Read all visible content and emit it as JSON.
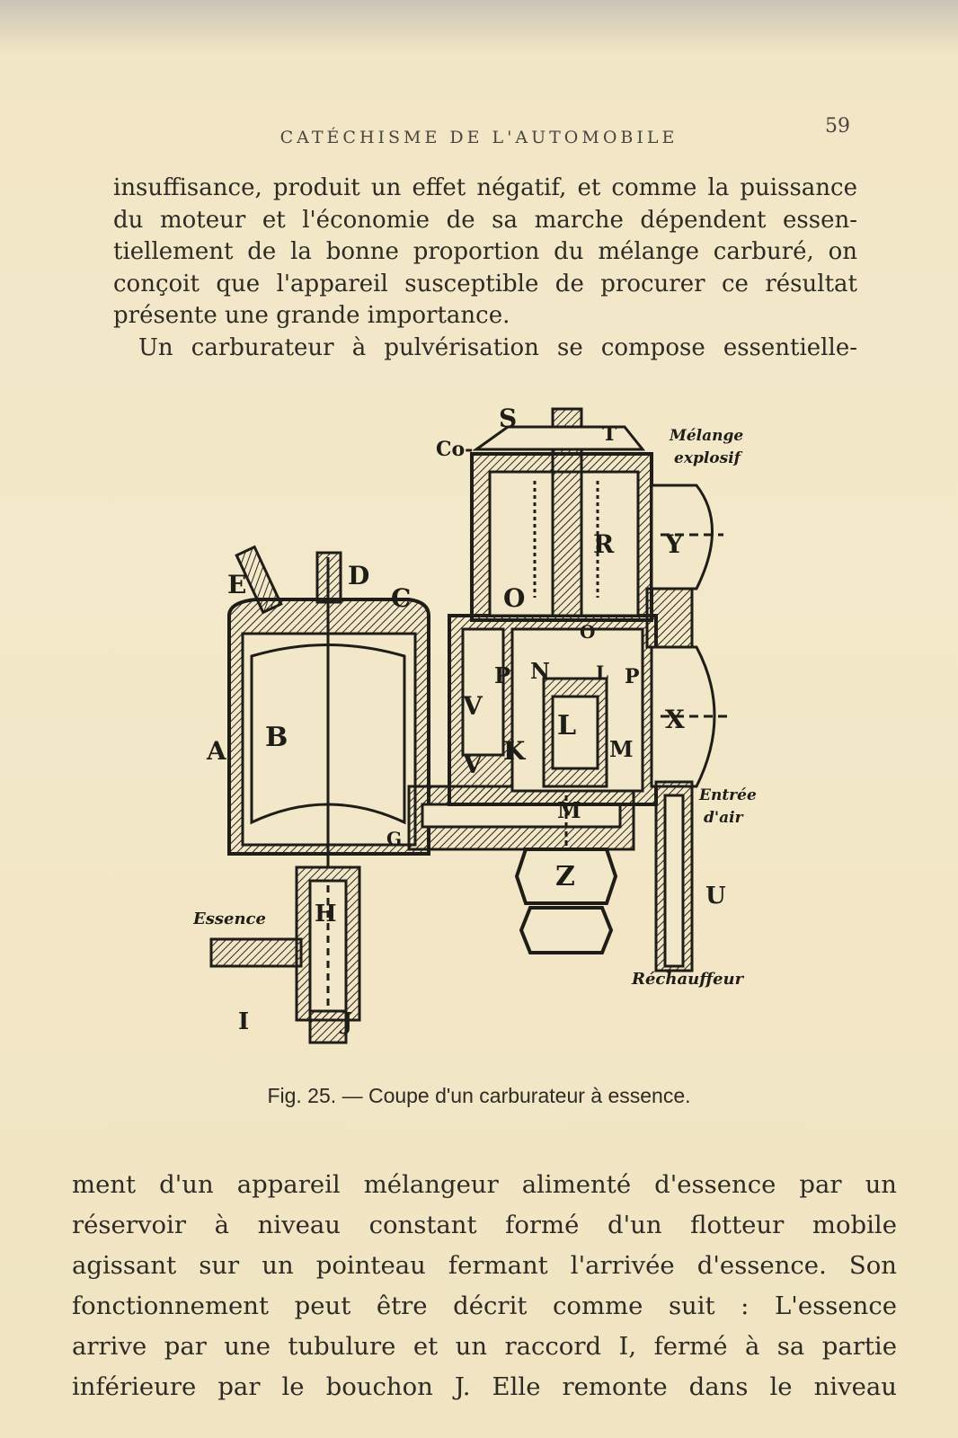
{
  "header": {
    "running_title": "CATÉCHISME DE L'AUTOMOBILE",
    "page_number": "59"
  },
  "paragraph_top": [
    "insuffisance, produit un effet négatif, et comme la puissance",
    "du moteur et l'économie de sa marche dépendent essen-",
    "tiellement de la bonne proportion du mélange carburé, on",
    "conçoit que l'appareil susceptible de procurer ce résultat",
    "présente une grande importance.",
    "Un carburateur à pulvérisation se compose essentielle-"
  ],
  "figure": {
    "labels": {
      "S": "S",
      "T": "T",
      "Co": "Co-",
      "melange": "Mélange",
      "explosif": "explosif",
      "E": "E",
      "D": "D",
      "C": "C",
      "R": "R",
      "Y": "Y",
      "O1": "O",
      "O2": "O",
      "V1": "V",
      "V2": "V",
      "P1": "P",
      "N": "N",
      "L1": "L",
      "P2": "P",
      "A": "A",
      "B": "B",
      "K": "K",
      "L2": "L",
      "M1": "M",
      "X": "X",
      "entree": "Entrée",
      "dair": "d'air",
      "M2": "M",
      "G": "G",
      "Z": "Z",
      "U": "U",
      "essence": "Essence",
      "H": "H",
      "rechauffeur": "Réchauffeur",
      "I": "I",
      "J": "J"
    },
    "caption_prefix": "Fig. 25.",
    "caption_text": "— Coupe d'un carburateur à essence."
  },
  "paragraph_bottom": [
    "ment d'un appareil mélangeur alimenté d'essence par un",
    "réservoir à niveau constant formé d'un flotteur mobile",
    "agissant sur un pointeau fermant l'arrivée d'essence. Son",
    "fonctionnement peut être décrit comme suit : L'essence",
    "arrive par une tubulure et un raccord I, fermé à sa partie",
    "inférieure par le bouchon J. Elle remonte dans le niveau"
  ]
}
